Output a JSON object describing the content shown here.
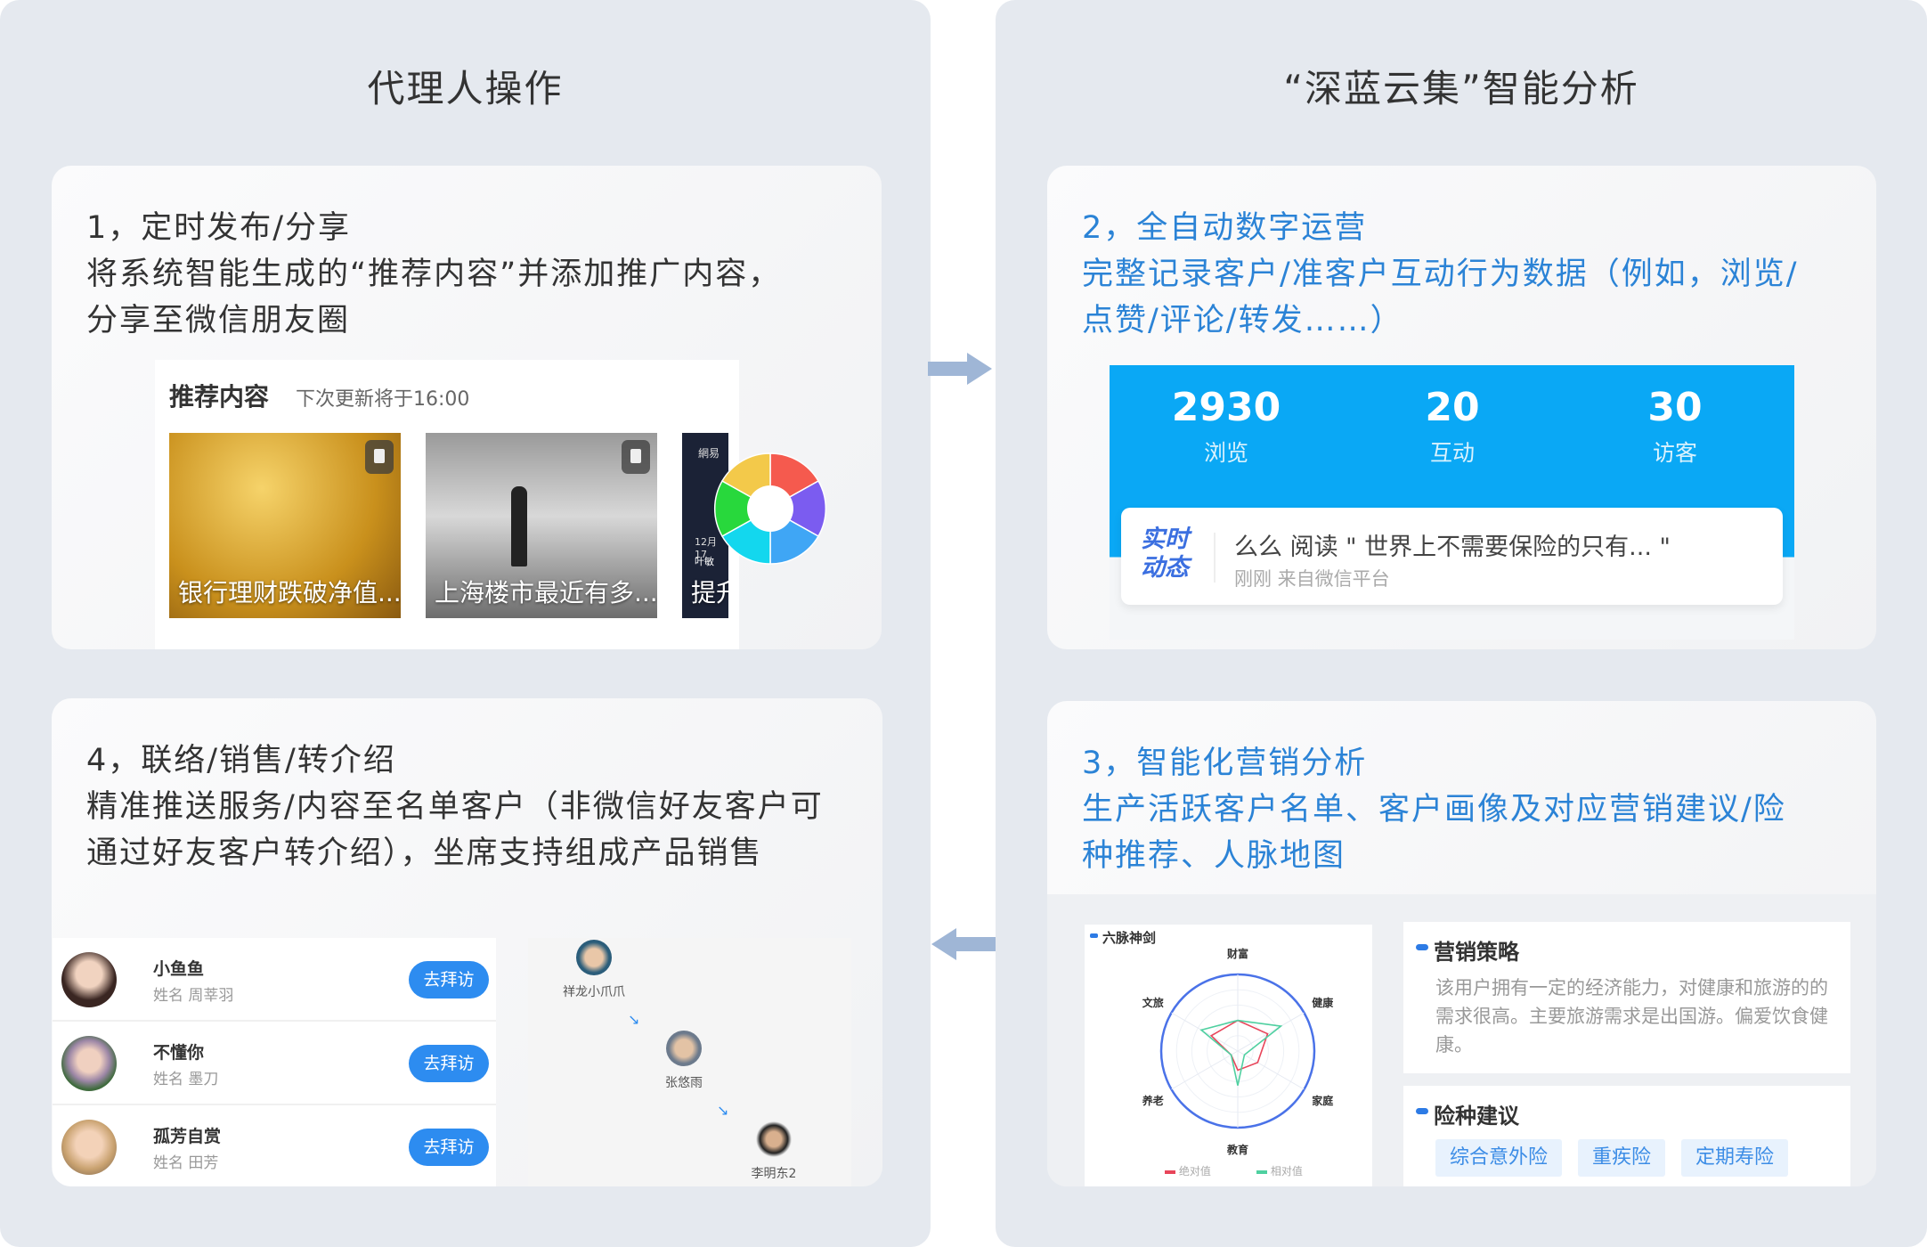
{
  "left_panel": {
    "title": "代理人操作"
  },
  "right_panel": {
    "title": "“深蓝云集”智能分析"
  },
  "card1": {
    "lines": [
      "1，定时发布/分享",
      "将系统智能生成的“推荐内容”并添加推广内容，",
      "分享至微信朋友圈"
    ],
    "rec": {
      "title": "推荐内容",
      "subtitle": "下次更新将于16:00",
      "items": [
        {
          "caption": "银行理财跌破净值..."
        },
        {
          "caption": "上海楼市最近有多..."
        },
        {
          "caption": "提升",
          "top": "網易",
          "date": "12月17",
          "name": "叶敏"
        }
      ]
    }
  },
  "card2": {
    "lines": [
      "2，全自动数字运营",
      "完整记录客户/准客户互动行为数据（例如，浏览/",
      "点赞/评论/转发……）"
    ],
    "stats": [
      {
        "value": "2930",
        "label": "浏览"
      },
      {
        "value": "20",
        "label": "互动"
      },
      {
        "value": "30",
        "label": "访客"
      }
    ],
    "live": {
      "badge1": "实时",
      "badge2": "动态",
      "text": "么么 阅读 \" 世界上不需要保险的只有... \"",
      "meta": "刚刚 来自微信平台"
    }
  },
  "card3": {
    "lines": [
      "3，智能化营销分析",
      "生产活跃客户名单、客户画像及对应营销建议/险",
      "种推荐、人脉地图"
    ],
    "strategy": {
      "title": "营销策略",
      "text": "该用户拥有一定的经济能力，对健康和旅游的的需求很高。主要旅游需求是出国游。偏爱饮食健康。"
    },
    "insurance": {
      "title": "险种建议",
      "tags": [
        "综合意外险",
        "重疾险",
        "定期寿险"
      ]
    }
  },
  "card4": {
    "lines": [
      "4，联络/销售/转介绍",
      "精准推送服务/内容至名单客户（非微信好友客户可",
      "通过好友客户转介绍），坐席支持组成产品销售"
    ],
    "contacts": [
      {
        "nick": "小鱼鱼",
        "name": "姓名 周莘羽",
        "action": "去拜访"
      },
      {
        "nick": "不懂你",
        "name": "姓名 墨刀",
        "action": "去拜访"
      },
      {
        "nick": "孤芳自赏",
        "name": "姓名 田芳",
        "action": "去拜访"
      }
    ],
    "network": [
      "祥龙小爪爪",
      "张悠雨",
      "李明东2"
    ]
  },
  "chart_data": {
    "type": "radar",
    "title": "六脉神剑",
    "axes": [
      "财富",
      "健康",
      "家庭",
      "教育",
      "养老",
      "文旅"
    ],
    "range": [
      0,
      1
    ],
    "series": [
      {
        "name": "绝对值",
        "color": "#e8455a",
        "values": [
          0.4,
          0.45,
          0.3,
          0.25,
          0.1,
          0.4
        ]
      },
      {
        "name": "相对值",
        "color": "#4fd0a0",
        "values": [
          0.4,
          0.65,
          0.1,
          0.45,
          0.1,
          0.55
        ]
      }
    ]
  },
  "colors": {
    "accent": "#2d8cf0",
    "stats_bg": "#0aa8f5",
    "text_blue": "#2b83d6"
  }
}
